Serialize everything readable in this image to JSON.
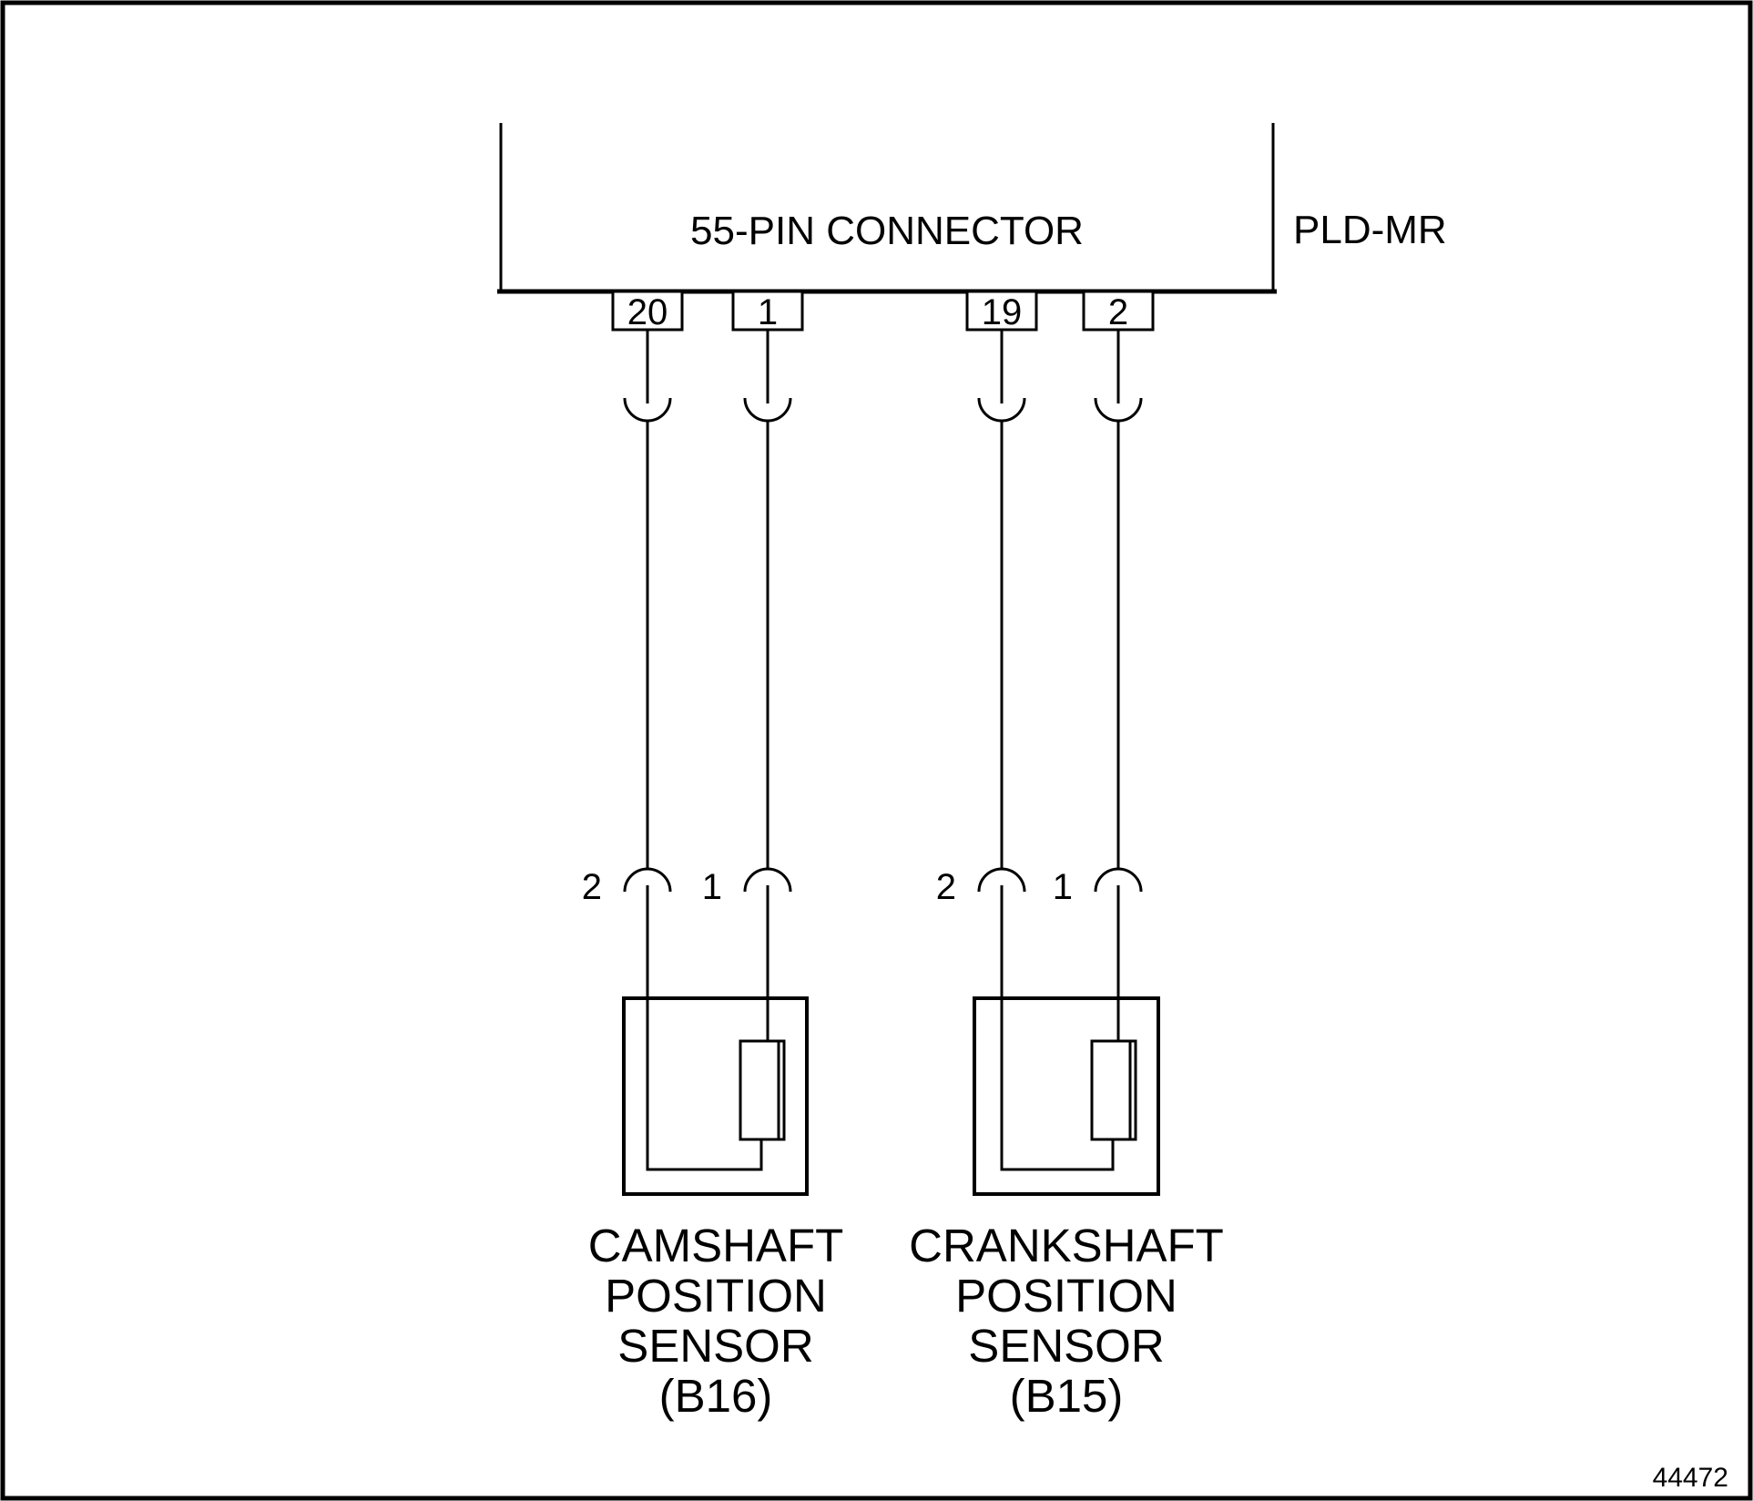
{
  "figure": {
    "number": "44472"
  },
  "connector": {
    "title": "55-PIN CONNECTOR",
    "module_label": "PLD-MR",
    "pins": [
      {
        "number": "20"
      },
      {
        "number": "1"
      },
      {
        "number": "19"
      },
      {
        "number": "2"
      }
    ]
  },
  "wire_end_labels": [
    {
      "number": "2"
    },
    {
      "number": "1"
    },
    {
      "number": "2"
    },
    {
      "number": "1"
    }
  ],
  "sensors": [
    {
      "line1": "CAMSHAFT",
      "line2": "POSITION",
      "line3": "SENSOR",
      "line4": "(B16)"
    },
    {
      "line1": "CRANKSHAFT",
      "line2": "POSITION",
      "line3": "SENSOR",
      "line4": "(B15)"
    }
  ],
  "colors": {
    "line": "#000000",
    "background": "#ffffff"
  }
}
